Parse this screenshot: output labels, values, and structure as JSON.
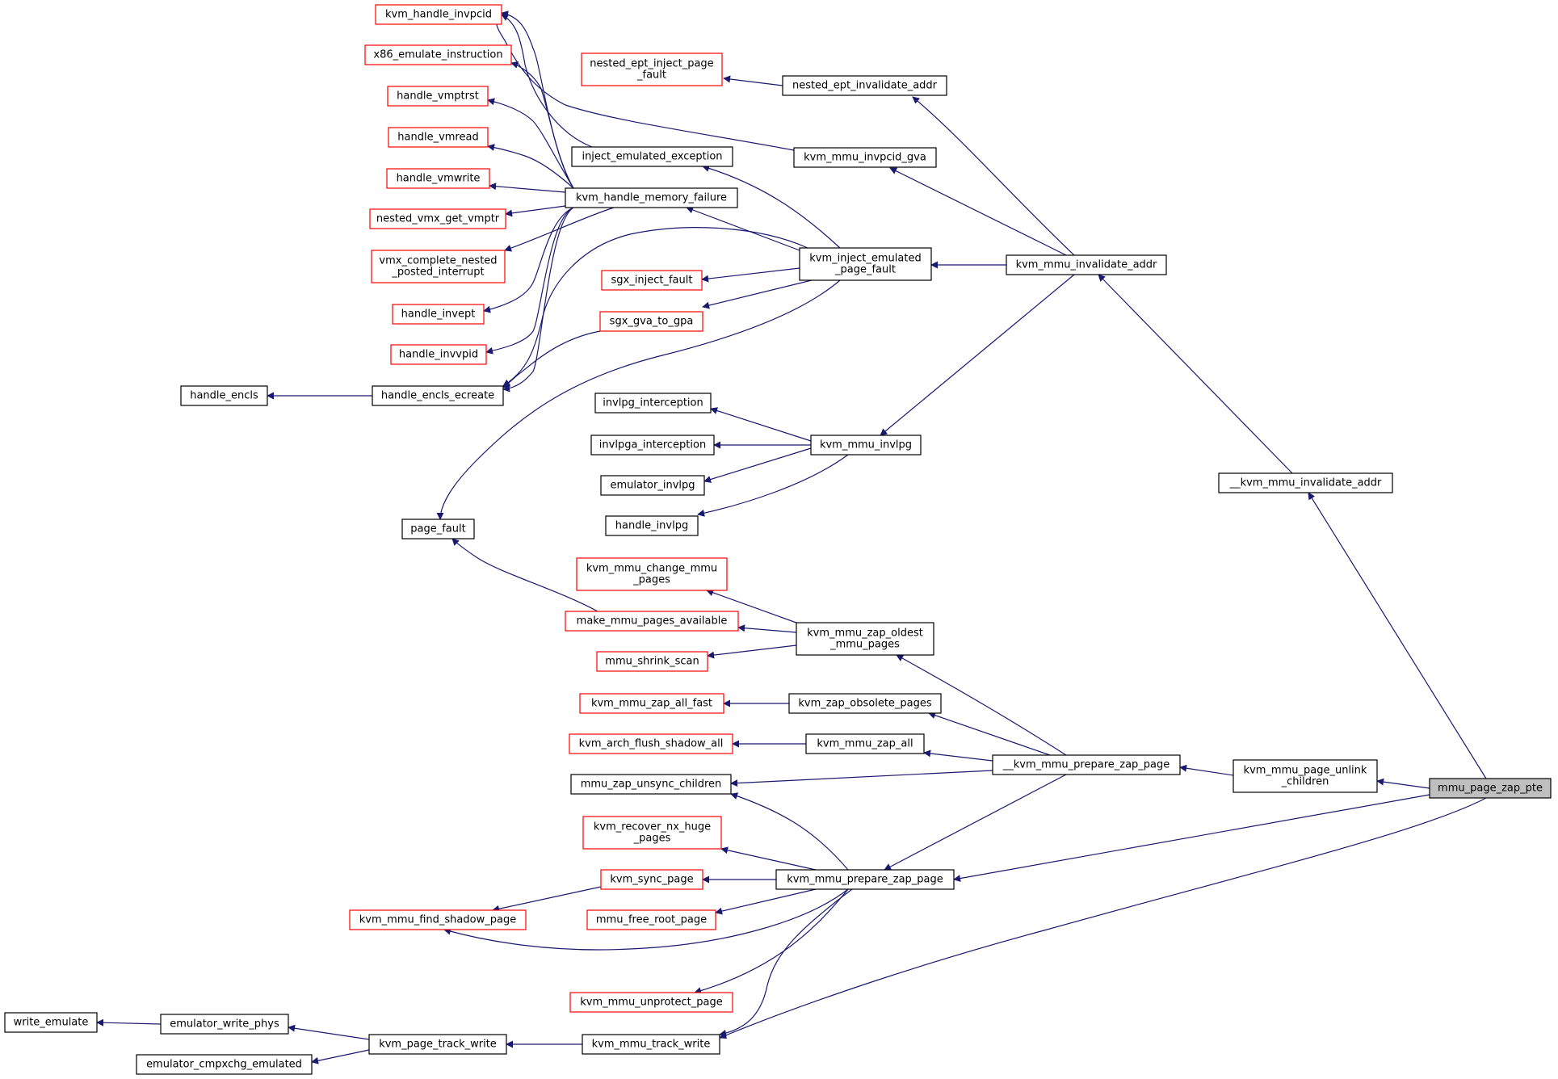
{
  "graph": {
    "root": "mmu_page_zap_pte",
    "nodes": [
      {
        "id": "kvm_handle_invpcid",
        "lines": [
          "kvm_handle_invpcid"
        ],
        "style": "red"
      },
      {
        "id": "x86_emulate_instruction",
        "lines": [
          "x86_emulate_instruction"
        ],
        "style": "red"
      },
      {
        "id": "handle_vmptrst",
        "lines": [
          "handle_vmptrst"
        ],
        "style": "red"
      },
      {
        "id": "handle_vmread",
        "lines": [
          "handle_vmread"
        ],
        "style": "red"
      },
      {
        "id": "handle_vmwrite",
        "lines": [
          "handle_vmwrite"
        ],
        "style": "red"
      },
      {
        "id": "nested_vmx_get_vmptr",
        "lines": [
          "nested_vmx_get_vmptr"
        ],
        "style": "red"
      },
      {
        "id": "vmx_complete_nested_posted_interrupt",
        "lines": [
          "vmx_complete_nested",
          "_posted_interrupt"
        ],
        "style": "red"
      },
      {
        "id": "handle_invept",
        "lines": [
          "handle_invept"
        ],
        "style": "red"
      },
      {
        "id": "handle_invvpid",
        "lines": [
          "handle_invvpid"
        ],
        "style": "red"
      },
      {
        "id": "handle_encls",
        "lines": [
          "handle_encls"
        ],
        "style": "black"
      },
      {
        "id": "handle_encls_ecreate",
        "lines": [
          "handle_encls_ecreate"
        ],
        "style": "black"
      },
      {
        "id": "nested_ept_inject_page_fault",
        "lines": [
          "nested_ept_inject_page",
          "_fault"
        ],
        "style": "red"
      },
      {
        "id": "nested_ept_invalidate_addr",
        "lines": [
          "nested_ept_invalidate_addr"
        ],
        "style": "black"
      },
      {
        "id": "inject_emulated_exception",
        "lines": [
          "inject_emulated_exception"
        ],
        "style": "black"
      },
      {
        "id": "kvm_mmu_invpcid_gva",
        "lines": [
          "kvm_mmu_invpcid_gva"
        ],
        "style": "black"
      },
      {
        "id": "kvm_handle_memory_failure",
        "lines": [
          "kvm_handle_memory_failure"
        ],
        "style": "black"
      },
      {
        "id": "kvm_inject_emulated_page_fault",
        "lines": [
          "kvm_inject_emulated",
          "_page_fault"
        ],
        "style": "black"
      },
      {
        "id": "sgx_inject_fault",
        "lines": [
          "sgx_inject_fault"
        ],
        "style": "red"
      },
      {
        "id": "sgx_gva_to_gpa",
        "lines": [
          "sgx_gva_to_gpa"
        ],
        "style": "red"
      },
      {
        "id": "kvm_mmu_invalidate_addr",
        "lines": [
          "kvm_mmu_invalidate_addr"
        ],
        "style": "black"
      },
      {
        "id": "invlpg_interception",
        "lines": [
          "invlpg_interception"
        ],
        "style": "black"
      },
      {
        "id": "invlpga_interception",
        "lines": [
          "invlpga_interception"
        ],
        "style": "black"
      },
      {
        "id": "emulator_invlpg",
        "lines": [
          "emulator_invlpg"
        ],
        "style": "black"
      },
      {
        "id": "handle_invlpg",
        "lines": [
          "handle_invlpg"
        ],
        "style": "black"
      },
      {
        "id": "kvm_mmu_invlpg",
        "lines": [
          "kvm_mmu_invlpg"
        ],
        "style": "black"
      },
      {
        "id": "__kvm_mmu_invalidate_addr",
        "lines": [
          "__kvm_mmu_invalidate_addr"
        ],
        "style": "black"
      },
      {
        "id": "page_fault",
        "lines": [
          "page_fault"
        ],
        "style": "black"
      },
      {
        "id": "kvm_mmu_change_mmu_pages",
        "lines": [
          "kvm_mmu_change_mmu",
          "_pages"
        ],
        "style": "red"
      },
      {
        "id": "make_mmu_pages_available",
        "lines": [
          "make_mmu_pages_available"
        ],
        "style": "red"
      },
      {
        "id": "mmu_shrink_scan",
        "lines": [
          "mmu_shrink_scan"
        ],
        "style": "red"
      },
      {
        "id": "kvm_mmu_zap_oldest_mmu_pages",
        "lines": [
          "kvm_mmu_zap_oldest",
          "_mmu_pages"
        ],
        "style": "black"
      },
      {
        "id": "kvm_mmu_zap_all_fast",
        "lines": [
          "kvm_mmu_zap_all_fast"
        ],
        "style": "red"
      },
      {
        "id": "kvm_zap_obsolete_pages",
        "lines": [
          "kvm_zap_obsolete_pages"
        ],
        "style": "black"
      },
      {
        "id": "kvm_arch_flush_shadow_all",
        "lines": [
          "kvm_arch_flush_shadow_all"
        ],
        "style": "red"
      },
      {
        "id": "kvm_mmu_zap_all",
        "lines": [
          "kvm_mmu_zap_all"
        ],
        "style": "black"
      },
      {
        "id": "__kvm_mmu_prepare_zap_page",
        "lines": [
          "__kvm_mmu_prepare_zap_page"
        ],
        "style": "black"
      },
      {
        "id": "kvm_mmu_page_unlink_children",
        "lines": [
          "kvm_mmu_page_unlink",
          "_children"
        ],
        "style": "black"
      },
      {
        "id": "mmu_page_zap_pte",
        "lines": [
          "mmu_page_zap_pte"
        ],
        "style": "gray"
      },
      {
        "id": "mmu_zap_unsync_children",
        "lines": [
          "mmu_zap_unsync_children"
        ],
        "style": "black"
      },
      {
        "id": "kvm_recover_nx_huge_pages",
        "lines": [
          "kvm_recover_nx_huge",
          "_pages"
        ],
        "style": "red"
      },
      {
        "id": "kvm_sync_page",
        "lines": [
          "kvm_sync_page"
        ],
        "style": "red"
      },
      {
        "id": "kvm_mmu_prepare_zap_page",
        "lines": [
          "kvm_mmu_prepare_zap_page"
        ],
        "style": "black"
      },
      {
        "id": "kvm_mmu_find_shadow_page",
        "lines": [
          "kvm_mmu_find_shadow_page"
        ],
        "style": "red"
      },
      {
        "id": "mmu_free_root_page",
        "lines": [
          "mmu_free_root_page"
        ],
        "style": "red"
      },
      {
        "id": "kvm_mmu_unprotect_page",
        "lines": [
          "kvm_mmu_unprotect_page"
        ],
        "style": "red"
      },
      {
        "id": "write_emulate",
        "lines": [
          "write_emulate"
        ],
        "style": "black"
      },
      {
        "id": "emulator_write_phys",
        "lines": [
          "emulator_write_phys"
        ],
        "style": "black"
      },
      {
        "id": "emulator_cmpxchg_emulated",
        "lines": [
          "emulator_cmpxchg_emulated"
        ],
        "style": "black"
      },
      {
        "id": "kvm_page_track_write",
        "lines": [
          "kvm_page_track_write"
        ],
        "style": "black"
      },
      {
        "id": "kvm_mmu_track_write",
        "lines": [
          "kvm_mmu_track_write"
        ],
        "style": "black"
      }
    ],
    "edges": [
      {
        "from": "nested_ept_invalidate_addr",
        "to": "nested_ept_inject_page_fault"
      },
      {
        "from": "kvm_mmu_invalidate_addr",
        "to": "nested_ept_invalidate_addr"
      },
      {
        "from": "kvm_mmu_invpcid_gva",
        "to": "kvm_handle_invpcid"
      },
      {
        "from": "kvm_mmu_invalidate_addr",
        "to": "kvm_mmu_invpcid_gva"
      },
      {
        "from": "inject_emulated_exception",
        "to": "kvm_handle_invpcid"
      },
      {
        "from": "kvm_handle_memory_failure",
        "to": "kvm_handle_invpcid"
      },
      {
        "from": "kvm_handle_memory_failure",
        "to": "x86_emulate_instruction"
      },
      {
        "from": "kvm_handle_memory_failure",
        "to": "handle_vmptrst"
      },
      {
        "from": "kvm_handle_memory_failure",
        "to": "handle_vmread"
      },
      {
        "from": "kvm_handle_memory_failure",
        "to": "handle_vmwrite"
      },
      {
        "from": "kvm_handle_memory_failure",
        "to": "nested_vmx_get_vmptr"
      },
      {
        "from": "kvm_handle_memory_failure",
        "to": "vmx_complete_nested_posted_interrupt"
      },
      {
        "from": "kvm_handle_memory_failure",
        "to": "handle_invept"
      },
      {
        "from": "kvm_handle_memory_failure",
        "to": "handle_invvpid"
      },
      {
        "from": "kvm_handle_memory_failure",
        "to": "handle_encls_ecreate"
      },
      {
        "from": "handle_encls_ecreate",
        "to": "handle_encls"
      },
      {
        "from": "kvm_inject_emulated_page_fault",
        "to": "inject_emulated_exception"
      },
      {
        "from": "kvm_inject_emulated_page_fault",
        "to": "kvm_handle_memory_failure"
      },
      {
        "from": "kvm_inject_emulated_page_fault",
        "to": "handle_encls_ecreate"
      },
      {
        "from": "kvm_inject_emulated_page_fault",
        "to": "sgx_inject_fault"
      },
      {
        "from": "kvm_inject_emulated_page_fault",
        "to": "sgx_gva_to_gpa"
      },
      {
        "from": "kvm_inject_emulated_page_fault",
        "to": "page_fault"
      },
      {
        "from": "sgx_gva_to_gpa",
        "to": "handle_encls_ecreate"
      },
      {
        "from": "kvm_mmu_invalidate_addr",
        "to": "kvm_inject_emulated_page_fault"
      },
      {
        "from": "kvm_mmu_invalidate_addr",
        "to": "kvm_mmu_invlpg"
      },
      {
        "from": "kvm_mmu_invlpg",
        "to": "invlpg_interception"
      },
      {
        "from": "kvm_mmu_invlpg",
        "to": "invlpga_interception"
      },
      {
        "from": "kvm_mmu_invlpg",
        "to": "emulator_invlpg"
      },
      {
        "from": "kvm_mmu_invlpg",
        "to": "handle_invlpg"
      },
      {
        "from": "__kvm_mmu_invalidate_addr",
        "to": "kvm_mmu_invalidate_addr"
      },
      {
        "from": "mmu_page_zap_pte",
        "to": "__kvm_mmu_invalidate_addr"
      },
      {
        "from": "make_mmu_pages_available",
        "to": "page_fault"
      },
      {
        "from": "kvm_mmu_zap_oldest_mmu_pages",
        "to": "kvm_mmu_change_mmu_pages"
      },
      {
        "from": "kvm_mmu_zap_oldest_mmu_pages",
        "to": "make_mmu_pages_available"
      },
      {
        "from": "kvm_mmu_zap_oldest_mmu_pages",
        "to": "mmu_shrink_scan"
      },
      {
        "from": "kvm_zap_obsolete_pages",
        "to": "kvm_mmu_zap_all_fast"
      },
      {
        "from": "kvm_mmu_zap_all",
        "to": "kvm_arch_flush_shadow_all"
      },
      {
        "from": "__kvm_mmu_prepare_zap_page",
        "to": "kvm_mmu_zap_oldest_mmu_pages"
      },
      {
        "from": "__kvm_mmu_prepare_zap_page",
        "to": "kvm_zap_obsolete_pages"
      },
      {
        "from": "__kvm_mmu_prepare_zap_page",
        "to": "kvm_mmu_zap_all"
      },
      {
        "from": "__kvm_mmu_prepare_zap_page",
        "to": "mmu_zap_unsync_children"
      },
      {
        "from": "__kvm_mmu_prepare_zap_page",
        "to": "kvm_mmu_prepare_zap_page"
      },
      {
        "from": "kvm_mmu_page_unlink_children",
        "to": "__kvm_mmu_prepare_zap_page"
      },
      {
        "from": "mmu_page_zap_pte",
        "to": "kvm_mmu_page_unlink_children"
      },
      {
        "from": "kvm_mmu_prepare_zap_page",
        "to": "mmu_zap_unsync_children"
      },
      {
        "from": "kvm_mmu_prepare_zap_page",
        "to": "kvm_recover_nx_huge_pages"
      },
      {
        "from": "kvm_mmu_prepare_zap_page",
        "to": "kvm_sync_page"
      },
      {
        "from": "kvm_mmu_prepare_zap_page",
        "to": "mmu_free_root_page"
      },
      {
        "from": "kvm_mmu_prepare_zap_page",
        "to": "kvm_mmu_find_shadow_page"
      },
      {
        "from": "kvm_mmu_prepare_zap_page",
        "to": "kvm_mmu_unprotect_page"
      },
      {
        "from": "kvm_mmu_prepare_zap_page",
        "to": "kvm_mmu_track_write"
      },
      {
        "from": "kvm_sync_page",
        "to": "kvm_mmu_find_shadow_page"
      },
      {
        "from": "mmu_page_zap_pte",
        "to": "kvm_mmu_prepare_zap_page"
      },
      {
        "from": "mmu_page_zap_pte",
        "to": "kvm_mmu_track_write"
      },
      {
        "from": "kvm_mmu_track_write",
        "to": "kvm_page_track_write"
      },
      {
        "from": "kvm_page_track_write",
        "to": "emulator_write_phys"
      },
      {
        "from": "kvm_page_track_write",
        "to": "emulator_cmpxchg_emulated"
      },
      {
        "from": "emulator_write_phys",
        "to": "write_emulate"
      }
    ]
  }
}
